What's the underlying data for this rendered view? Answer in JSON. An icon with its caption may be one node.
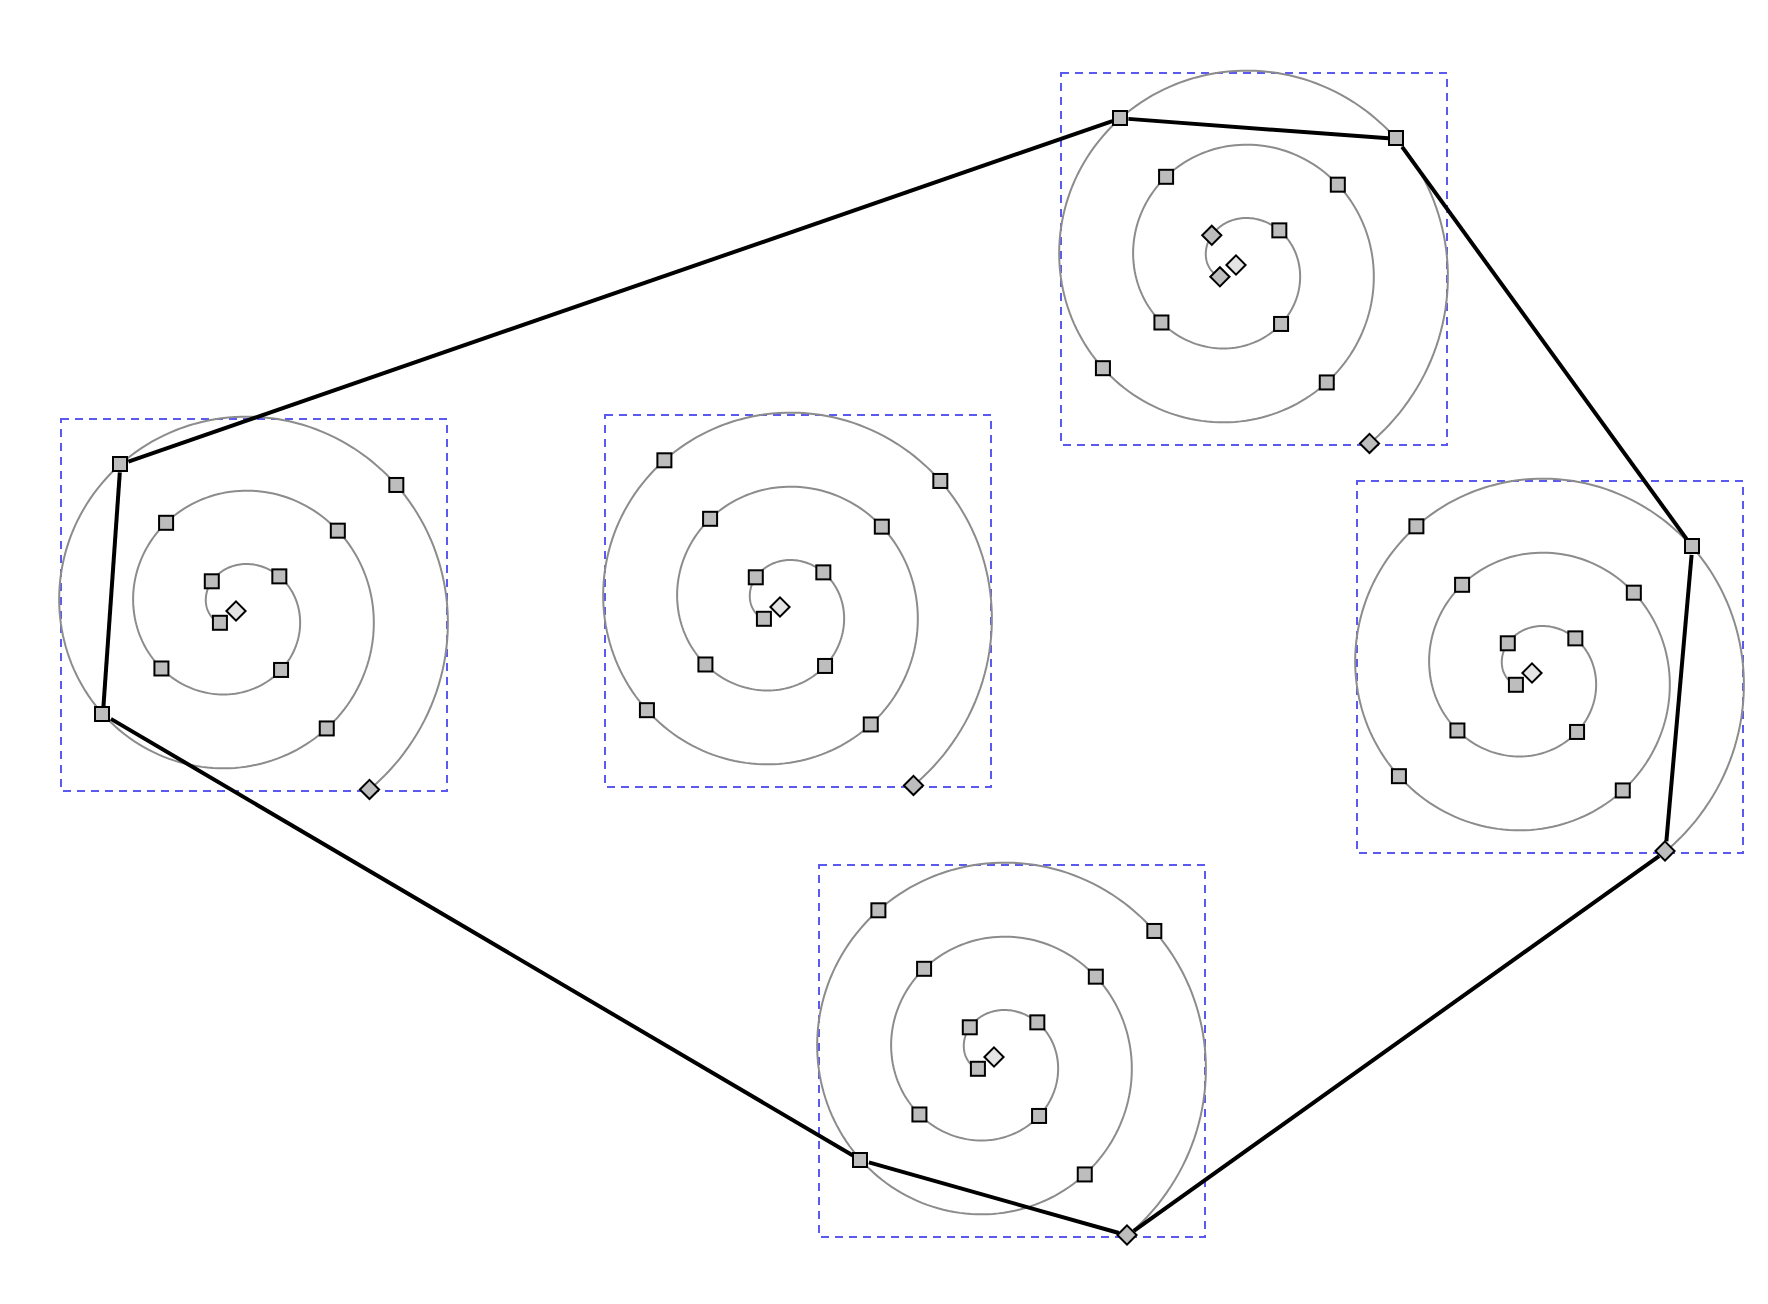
{
  "diagram": {
    "nodes": [
      {
        "text": [],
        "shape": "spiral"
      },
      {
        "text": [],
        "shape": "box",
        "in": 0
      },
      {
        "text": [],
        "shape": "box",
        "in": 0
      },
      {
        "text": [],
        "shape": "spiral"
      },
      {
        "text": [],
        "shape": "box",
        "in": 3
      },
      {
        "text": [],
        "shape": "box",
        "in": 3
      },
      {
        "text": [],
        "shape": "spiral"
      },
      {
        "text": [],
        "shape": "spiral"
      },
      {
        "text": [],
        "shape": "box",
        "in": 7
      },
      {
        "text": [],
        "shape": "diamond",
        "in": 7
      },
      {
        "text": [],
        "shape": "spiral"
      },
      {
        "text": [],
        "shape": "box",
        "in": 10
      },
      {
        "text": [],
        "shape": "diamond",
        "in": 10
      }
    ],
    "edges": [
      {
        "from": 1,
        "to": 2,
        "arrow": "none"
      },
      {
        "from": 2,
        "to": 8,
        "arrow": "none"
      },
      {
        "from": 8,
        "to": 9,
        "arrow": "none"
      },
      {
        "from": 9,
        "to": 12,
        "arrow": "none"
      },
      {
        "from": 12,
        "to": 11,
        "arrow": "none"
      },
      {
        "from": 11,
        "to": 5,
        "arrow": "none"
      },
      {
        "from": 5,
        "to": 4,
        "arrow": "none"
      },
      {
        "from": 4,
        "to": 1,
        "arrow": "none"
      }
    ]
  }
}
